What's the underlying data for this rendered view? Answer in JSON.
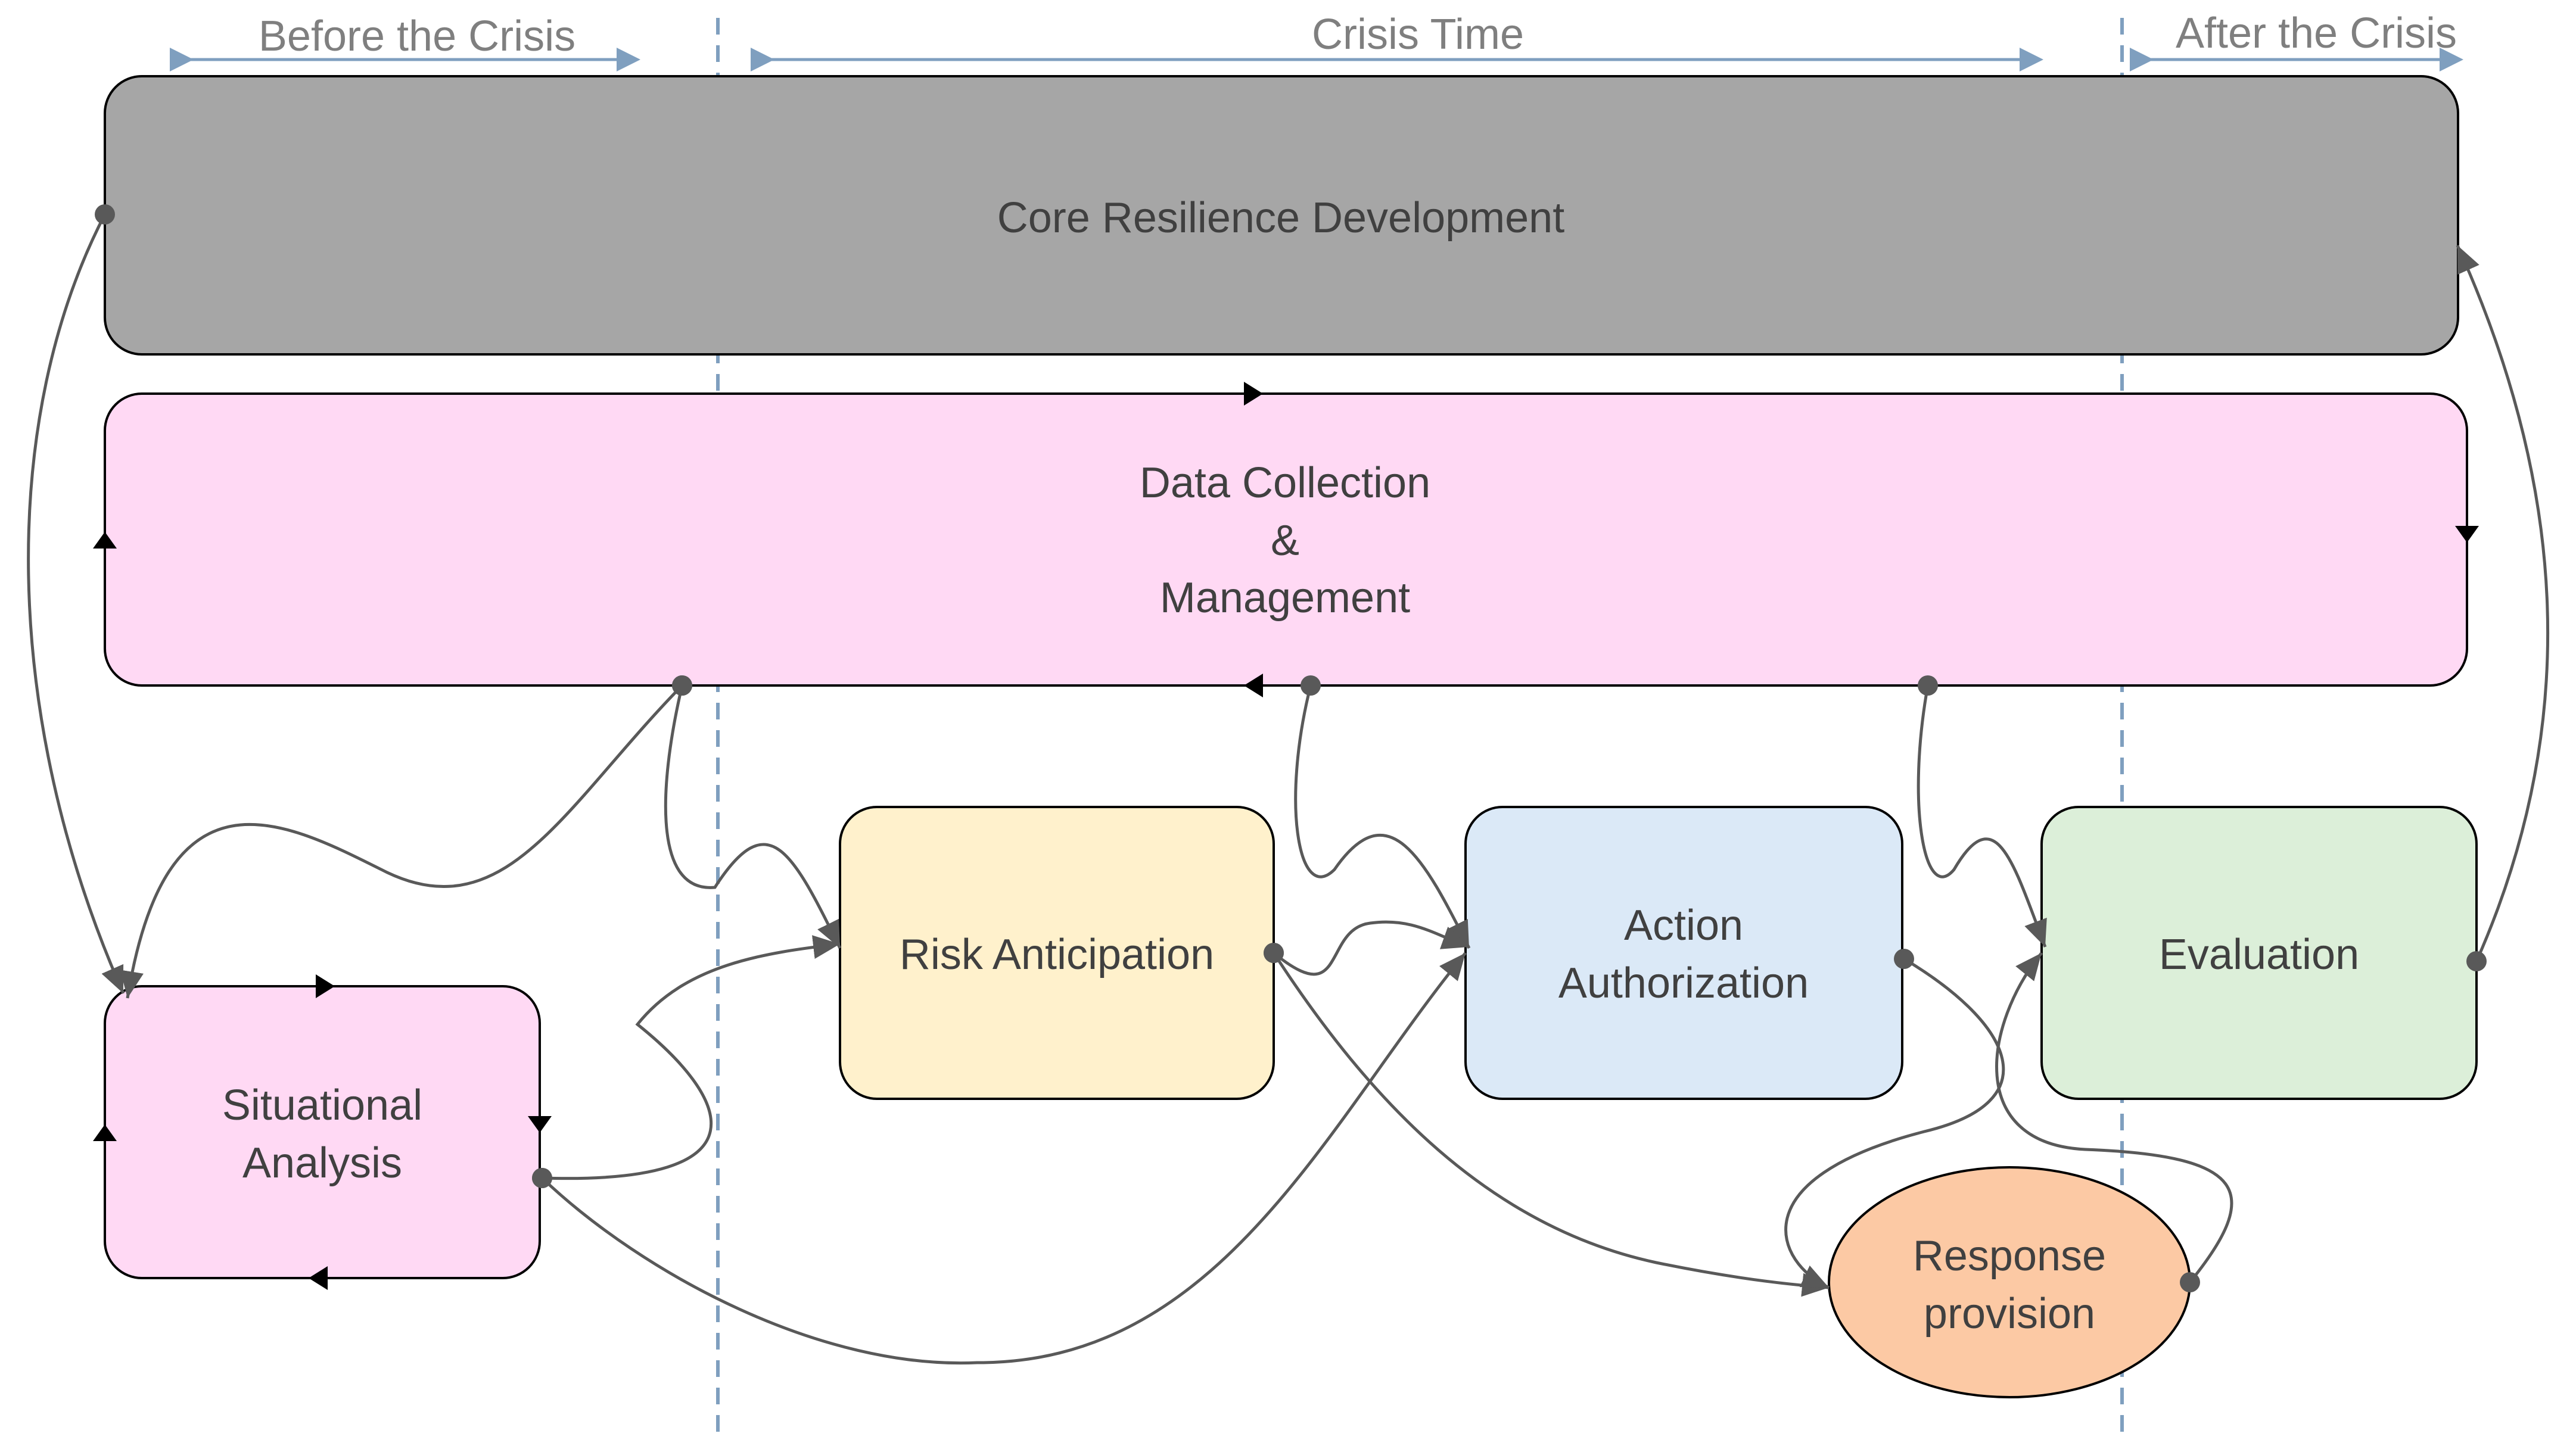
{
  "phases": {
    "before": "Before the Crisis",
    "crisis": "Crisis Time",
    "after": "After the Crisis"
  },
  "boxes": {
    "core": {
      "label": "Core Resilience Development",
      "color": "#a6a6a6"
    },
    "data": {
      "line1": "Data Collection",
      "line2": "&",
      "line3": "Management",
      "color": "#ffd9f4"
    },
    "situational": {
      "line1": "Situational",
      "line2": "Analysis",
      "color": "#ffd9f4"
    },
    "risk": {
      "label": "Risk Anticipation",
      "color": "#fff1cc"
    },
    "action": {
      "line1": "Action",
      "line2": "Authorization",
      "color": "#dbe9f7"
    },
    "evaluation": {
      "label": "Evaluation",
      "color": "#dcefd9"
    },
    "response": {
      "line1": "Response",
      "line2": "provision",
      "color": "#fcc9a4"
    }
  },
  "colors": {
    "phase_line": "#7f9fbf",
    "connector": "#595959",
    "box_border": "#000000"
  }
}
